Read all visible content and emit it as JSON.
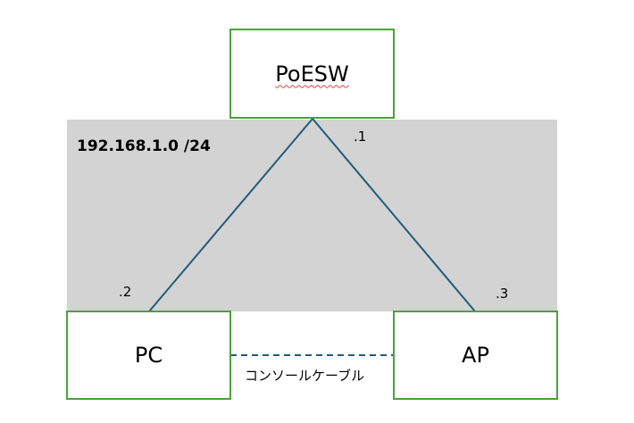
{
  "network": {
    "subnet_label": "192.168.1.0 /24"
  },
  "nodes": {
    "switch": {
      "label": "PoESW",
      "host_suffix": ".1"
    },
    "pc": {
      "label": "PC",
      "host_suffix": ".2"
    },
    "ap": {
      "label": "AP",
      "host_suffix": ".3"
    }
  },
  "links": {
    "console": {
      "label": "コンソールケーブル"
    }
  },
  "colors": {
    "subnet_area": "#d3d3d3",
    "node_border": "#4aa23a",
    "link_line": "#1f5c7a",
    "console_line": "#1f5c7a",
    "spellcheck_underline": "#e04040"
  }
}
